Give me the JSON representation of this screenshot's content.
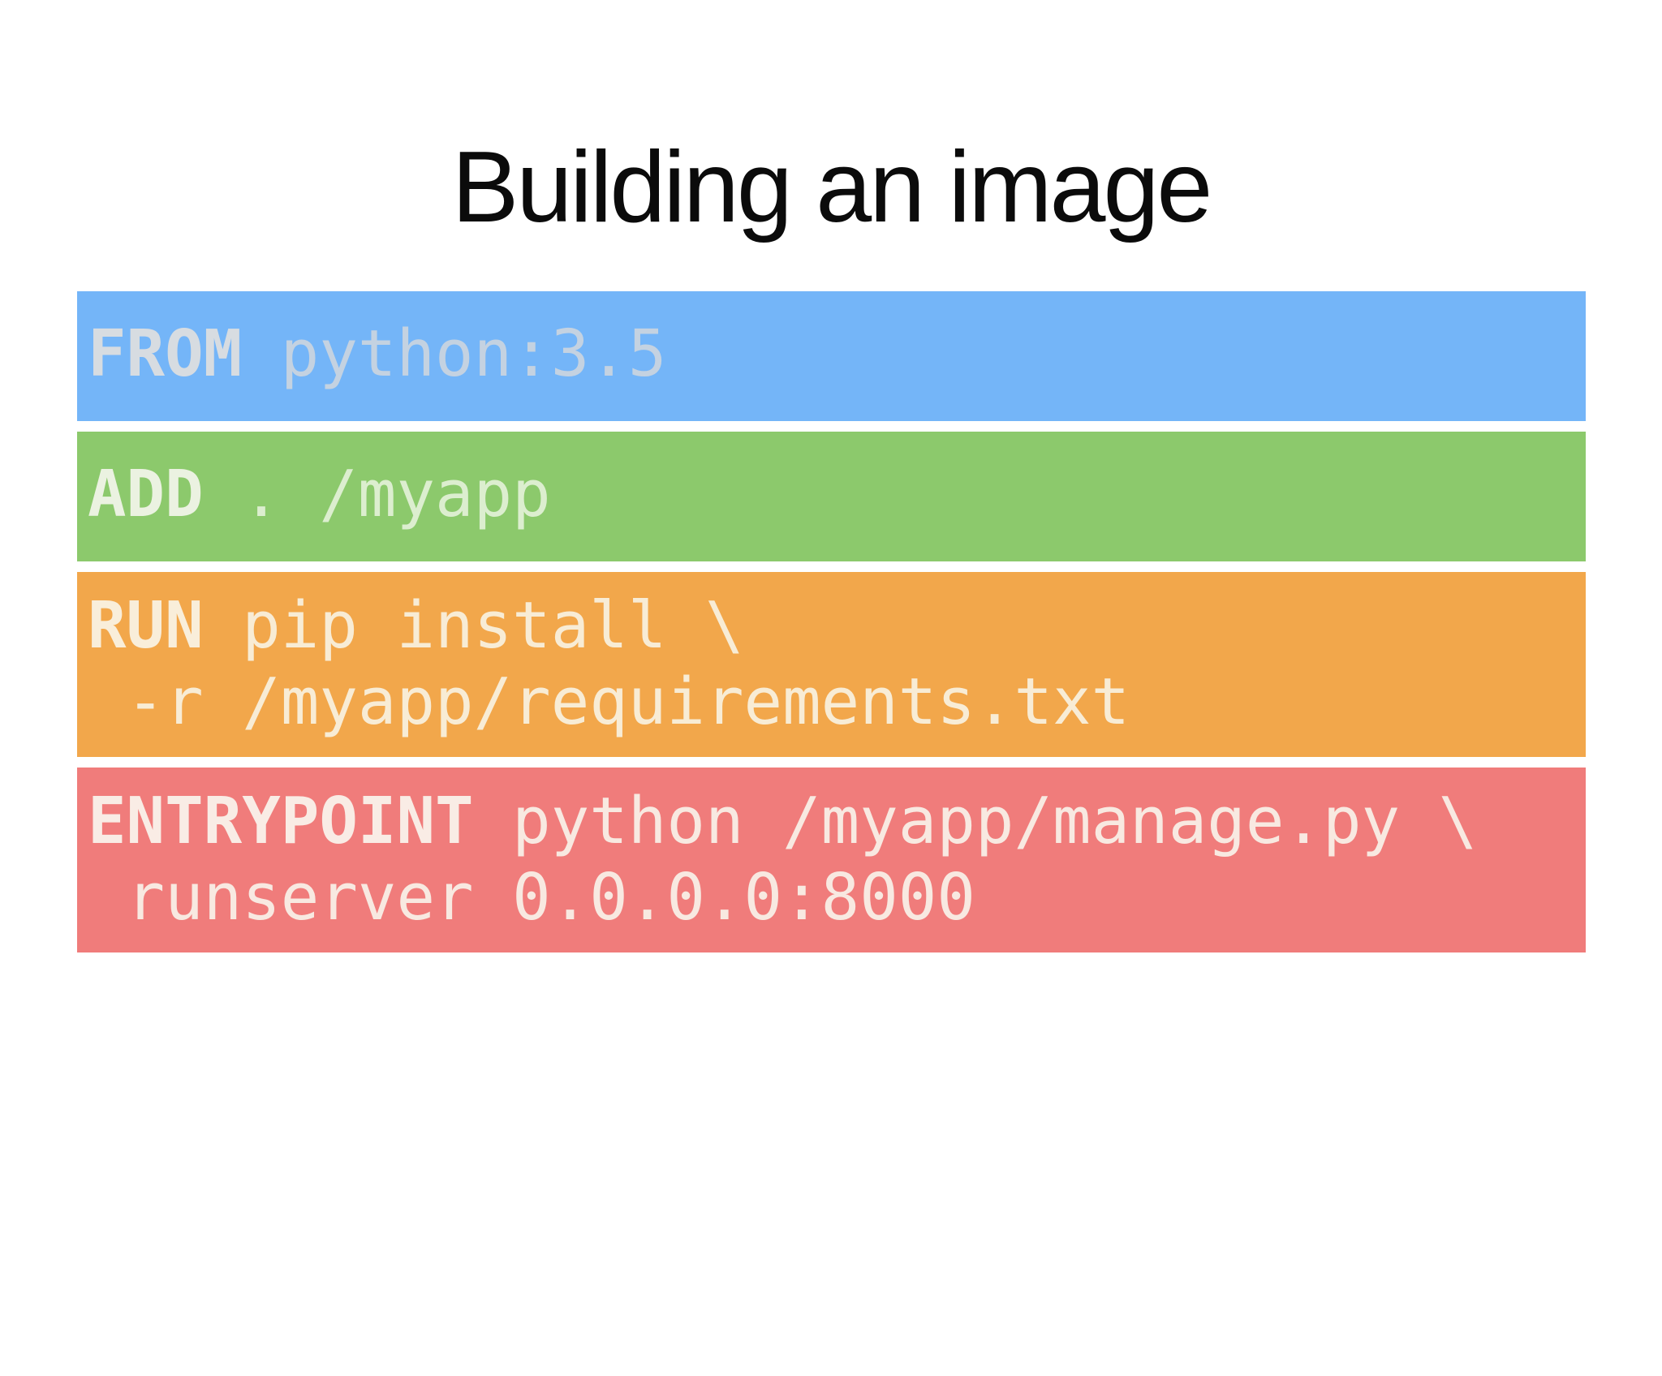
{
  "slide": {
    "title": "Building an image",
    "title_color": "#0b0b0b",
    "background": "#ffffff"
  },
  "dockerfile": {
    "bars": [
      {
        "id": "from",
        "bg": "#74B5F8",
        "keyword_color": "#D7DCE1",
        "text_color": "#C4D2E1",
        "lines": [
          {
            "keyword": "FROM",
            "text": " python:3.5"
          }
        ]
      },
      {
        "id": "add",
        "bg": "#8CC96C",
        "keyword_color": "#EBF2E1",
        "text_color": "#DCEECF",
        "lines": [
          {
            "keyword": "ADD",
            "text": " . /myapp"
          }
        ]
      },
      {
        "id": "run",
        "bg": "#F2A74B",
        "keyword_color": "#F9EEDA",
        "text_color": "#F8ECD5",
        "lines": [
          {
            "keyword": "RUN",
            "text": " pip install \\"
          },
          {
            "keyword": "",
            "text": " -r /myapp/requirements.txt"
          }
        ]
      },
      {
        "id": "entrypoint",
        "bg": "#F07C7B",
        "keyword_color": "#F9ECE5",
        "text_color": "#F8E9E1",
        "lines": [
          {
            "keyword": "ENTRYPOINT",
            "text": " python /myapp/manage.py \\"
          },
          {
            "keyword": "",
            "text": " runserver 0.0.0.0:8000"
          }
        ]
      }
    ]
  }
}
